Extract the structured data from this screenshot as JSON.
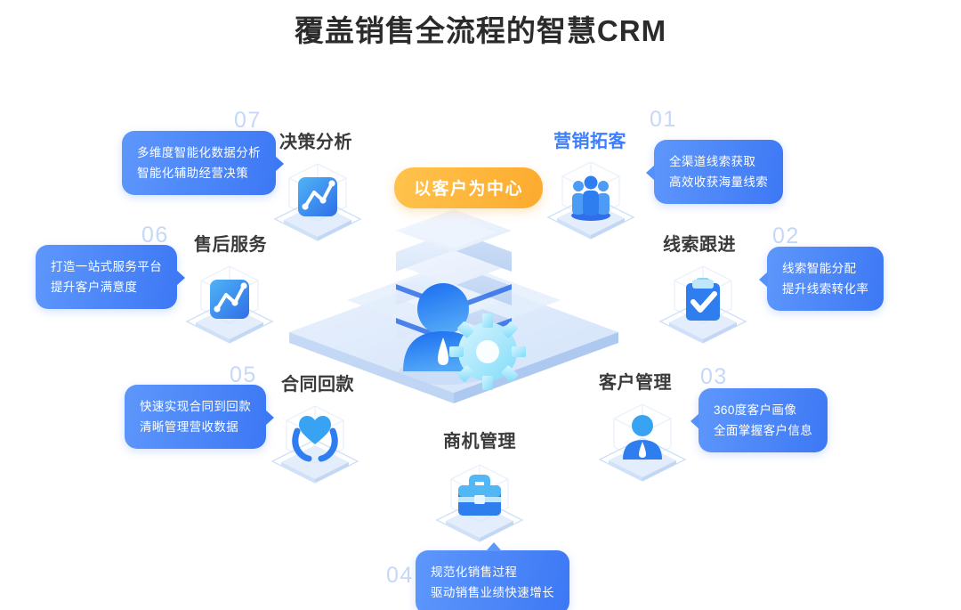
{
  "header": {
    "title": "覆盖销售全流程的智慧CRM"
  },
  "center": {
    "badge_label": "以客户为中心",
    "badge_color": "#fcab2e",
    "illustration_name": "isometric-server-customer-gear"
  },
  "theme": {
    "callout_gradient_start": "#5e97fb",
    "callout_gradient_end": "#3d78f5",
    "accent_blue": "#3d7efc",
    "number_color": "#c5d8f7",
    "title_color": "#2b2b2b",
    "label_color": "#3a3a3a"
  },
  "nodes": [
    {
      "id": "marketing",
      "number": "01",
      "label": "营销拓客",
      "highlighted": true,
      "icon": "group-people-icon",
      "callout": {
        "lines": [
          "全渠道线索获取",
          "高效收获海量线索"
        ],
        "tail": "left"
      }
    },
    {
      "id": "lead-follow-up",
      "number": "02",
      "label": "线索跟进",
      "highlighted": false,
      "icon": "clipboard-check-icon",
      "callout": {
        "lines": [
          "线索智能分配",
          "提升线索转化率"
        ],
        "tail": "left"
      }
    },
    {
      "id": "customer-management",
      "number": "03",
      "label": "客户管理",
      "highlighted": false,
      "icon": "person-tie-icon",
      "callout": {
        "lines": [
          "360度客户画像",
          "全面掌握客户信息"
        ],
        "tail": "left"
      }
    },
    {
      "id": "opportunity-management",
      "number": "04",
      "label": "商机管理",
      "highlighted": false,
      "icon": "briefcase-icon",
      "callout": {
        "lines": [
          "规范化销售过程",
          "驱动销售业绩快速增长"
        ],
        "tail": "up"
      }
    },
    {
      "id": "contract-payment",
      "number": "05",
      "label": "合同回款",
      "highlighted": false,
      "icon": "heart-in-hands-icon",
      "callout": {
        "lines": [
          "快速实现合同到回款",
          "清晰管理营收数据"
        ],
        "tail": "right"
      }
    },
    {
      "id": "after-sales-service",
      "number": "06",
      "label": "售后服务",
      "highlighted": false,
      "icon": "chart-line-icon",
      "callout": {
        "lines": [
          "打造一站式服务平台",
          "提升客户满意度"
        ],
        "tail": "right"
      }
    },
    {
      "id": "decision-analysis",
      "number": "07",
      "label": "决策分析",
      "highlighted": false,
      "icon": "chart-line-icon",
      "callout": {
        "lines": [
          "多维度智能化数据分析",
          "智能化辅助经营决策"
        ],
        "tail": "right"
      }
    }
  ]
}
